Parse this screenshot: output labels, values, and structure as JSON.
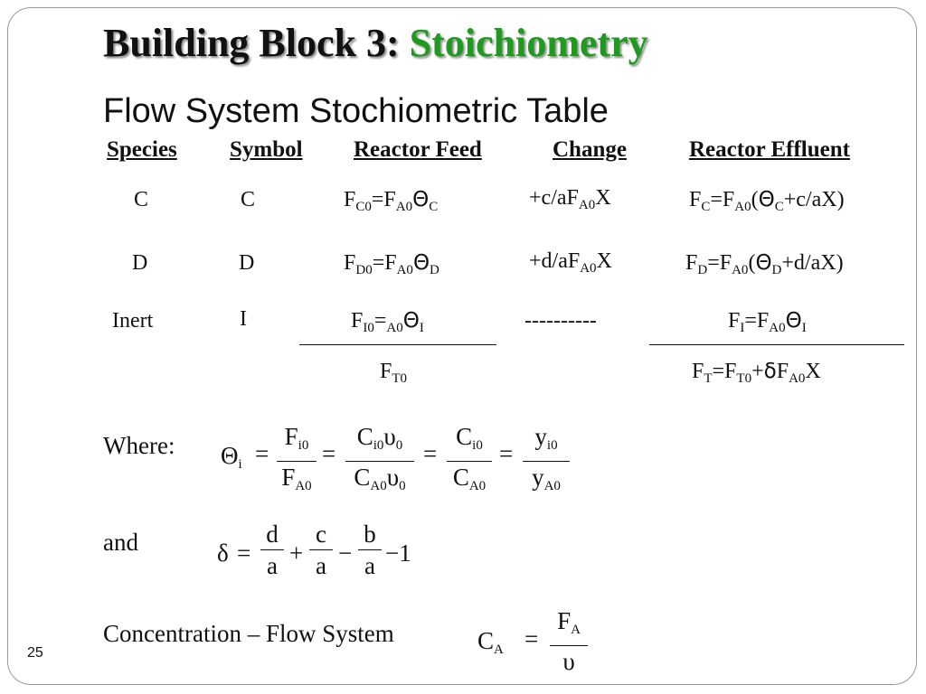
{
  "title": {
    "prefix": "Building Block 3:",
    "accent": "Stoichiometry",
    "accent_color": "#1e9a1e"
  },
  "subtitle": "Flow System Stochiometric Table",
  "table": {
    "headers": {
      "species": "Species",
      "symbol": "Symbol",
      "feed": "Reactor Feed",
      "change": "Change",
      "effluent": "Reactor Effluent"
    },
    "rows": [
      {
        "species": "C",
        "symbol": "C"
      },
      {
        "species": "D",
        "symbol": "D"
      },
      {
        "species": "Inert",
        "symbol": "I"
      }
    ],
    "inert_change": "----------"
  },
  "where_label": "Where:",
  "and_label": "and",
  "concentration_label": "Concentration – Flow System",
  "page_number": "25"
}
